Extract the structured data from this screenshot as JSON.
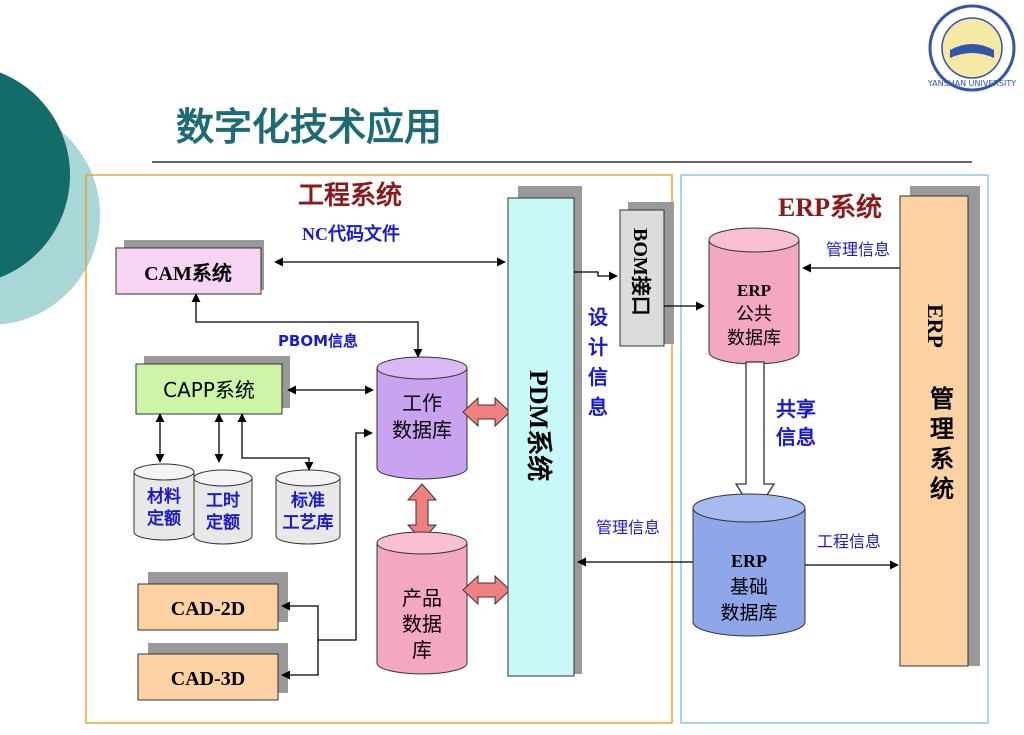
{
  "slide": {
    "title": "数字化技术应用",
    "logo_text": "YANSHAN UNIVERSITY"
  },
  "engineering": {
    "group_title": "工程系统",
    "cam": "CAM系统",
    "capp": "CAPP系统",
    "nc_label": "NC代码文件",
    "pbom_label": "PBOM信息",
    "material_quota": [
      "材料",
      "定额"
    ],
    "time_quota": [
      "工时",
      "定额"
    ],
    "standard_process": [
      "标准",
      "工艺库"
    ],
    "work_db": [
      "工作",
      "数据库"
    ],
    "product_db": [
      "产品",
      "数据",
      "库"
    ],
    "cad2d": "CAD-2D",
    "cad3d": "CAD-3D",
    "pdm": "PDM系统"
  },
  "middle": {
    "bom_interface": "BOM接口",
    "design_info": [
      "设",
      "计",
      "信",
      "息"
    ],
    "mgmt_info_left": "管理信息"
  },
  "erp": {
    "group_title": "ERP系统",
    "mgmt_info_top": "管理信息",
    "public_db": [
      "ERP",
      "公共",
      "数据库"
    ],
    "shared_info": [
      "共享",
      "信息"
    ],
    "base_db": [
      "ERP",
      "基础",
      "数据库"
    ],
    "engineering_info": "工程信息",
    "mgmt_system": [
      "ERP",
      "管",
      "理",
      "系",
      "统"
    ]
  },
  "colors": {
    "title": "#1f6b73",
    "group_title": "#8b1a1a",
    "blue_text": "#1a1acc",
    "pink": "#f4a7c0",
    "lavender": "#c9a3f0",
    "cyan": "#c8f8f8",
    "orange_box": "#fcd2a2",
    "light_green": "#ccf5a8",
    "periwinkle": "#8fa6e8"
  }
}
